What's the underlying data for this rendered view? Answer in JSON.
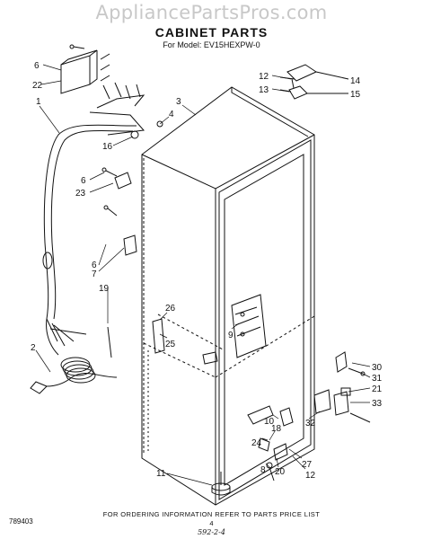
{
  "watermark": "AppliancePartsPros.com",
  "title": "CABINET PARTS",
  "model_line": "For Model: EV15HEXPW-0",
  "callouts": [
    "1",
    "2",
    "3",
    "4",
    "6",
    "22",
    "16",
    "6",
    "23",
    "6",
    "7",
    "19",
    "26",
    "25",
    "9",
    "12",
    "13",
    "14",
    "15",
    "30",
    "31",
    "21",
    "33",
    "32",
    "10",
    "18",
    "24",
    "8",
    "20",
    "27",
    "12",
    "11"
  ],
  "footer": {
    "note": "FOR ORDERING INFORMATION REFER TO PARTS PRICE LIST",
    "catalog_number": "789403",
    "page_number": "4",
    "handwritten": "592-2-4"
  }
}
